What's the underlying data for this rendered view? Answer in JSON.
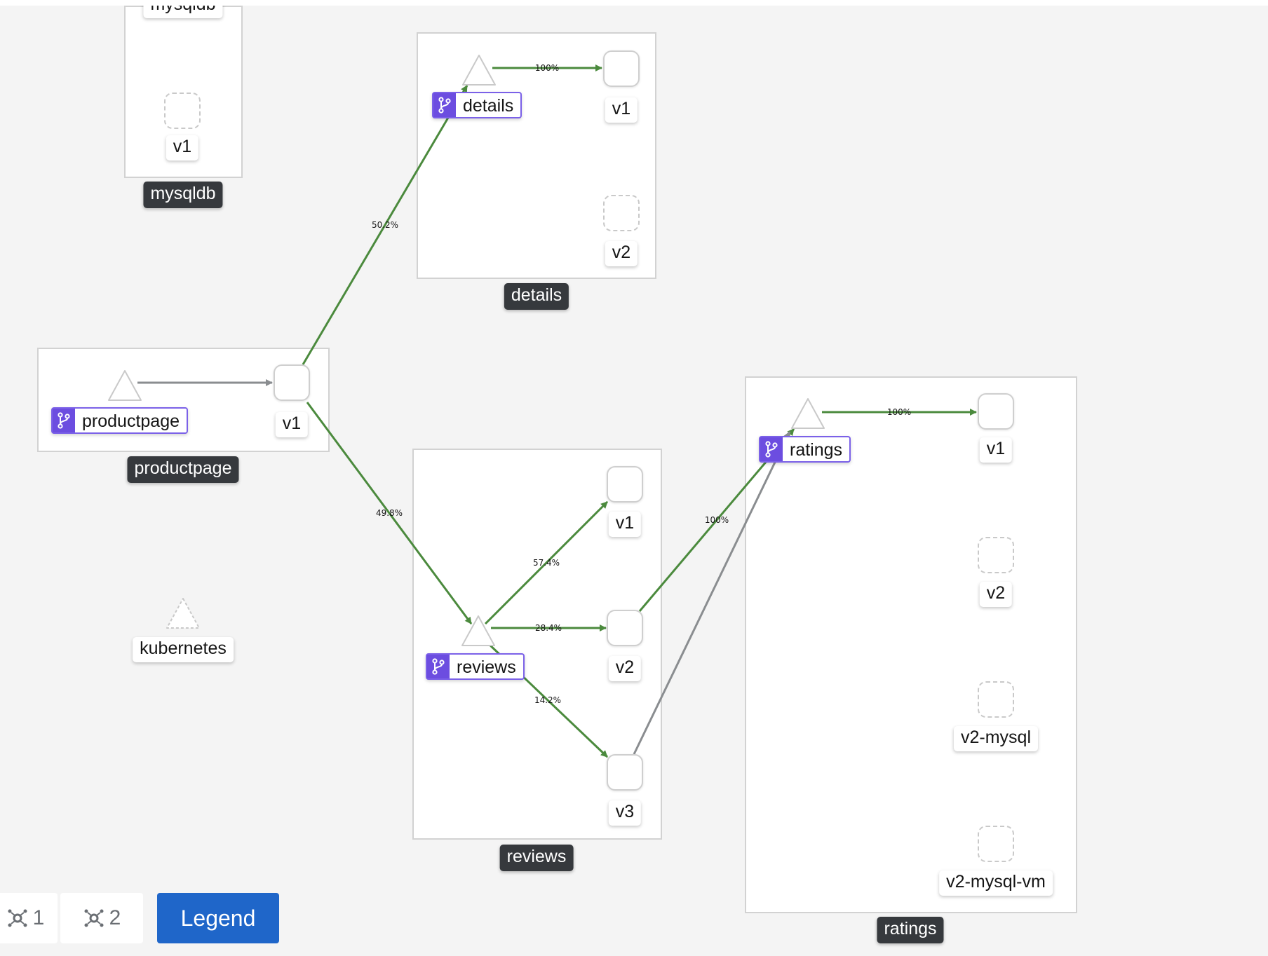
{
  "groups": [
    {
      "id": "mysqldb",
      "label": "mysqldb"
    },
    {
      "id": "details",
      "label": "details"
    },
    {
      "id": "productpage",
      "label": "productpage"
    },
    {
      "id": "reviews",
      "label": "reviews"
    },
    {
      "id": "ratings",
      "label": "ratings"
    }
  ],
  "services": {
    "details": "details",
    "productpage": "productpage",
    "reviews": "reviews",
    "ratings": "ratings",
    "kubernetes": "kubernetes",
    "mysqldb_top": "mysqldb"
  },
  "workloads": {
    "mysqldb_v1": "v1",
    "details_v1": "v1",
    "details_v2": "v2",
    "productpage_v1": "v1",
    "reviews_v1": "v1",
    "reviews_v2": "v2",
    "reviews_v3": "v3",
    "ratings_v1": "v1",
    "ratings_v2": "v2",
    "ratings_v2_mysql": "v2-mysql",
    "ratings_v2_mysql_vm": "v2-mysql-vm"
  },
  "edges": [
    {
      "from": "details-service",
      "to": "details-v1",
      "label": "100%",
      "color": "#4b8a3d"
    },
    {
      "from": "productpage-v1",
      "to": "details-service",
      "label": "50.2%",
      "color": "#4b8a3d"
    },
    {
      "from": "productpage-service",
      "to": "productpage-v1",
      "label": "",
      "color": "#8a8d90"
    },
    {
      "from": "productpage-v1",
      "to": "reviews-service",
      "label": "49.8%",
      "color": "#4b8a3d"
    },
    {
      "from": "reviews-service",
      "to": "reviews-v1",
      "label": "57.4%",
      "color": "#4b8a3d"
    },
    {
      "from": "reviews-service",
      "to": "reviews-v2",
      "label": "28.4%",
      "color": "#4b8a3d"
    },
    {
      "from": "reviews-service",
      "to": "reviews-v3",
      "label": "14.2%",
      "color": "#4b8a3d"
    },
    {
      "from": "reviews-v2",
      "to": "ratings-service",
      "label": "100%",
      "color": "#4b8a3d"
    },
    {
      "from": "reviews-v3",
      "to": "ratings-service",
      "label": "",
      "color": "#8a8d90"
    },
    {
      "from": "ratings-service",
      "to": "ratings-v1",
      "label": "100%",
      "color": "#4b8a3d"
    }
  ],
  "toolbar": {
    "zoom1": "1",
    "zoom2": "2",
    "legend": "Legend"
  },
  "colors": {
    "healthy_edge": "#4b8a3d",
    "tcp_edge": "#8a8d90",
    "service_accent": "#6c4de0",
    "legend_button": "#1f66c9",
    "group_label_bg": "#36393d"
  },
  "icons": [
    "branch-icon",
    "topology-icon",
    "triangle-service-icon"
  ]
}
